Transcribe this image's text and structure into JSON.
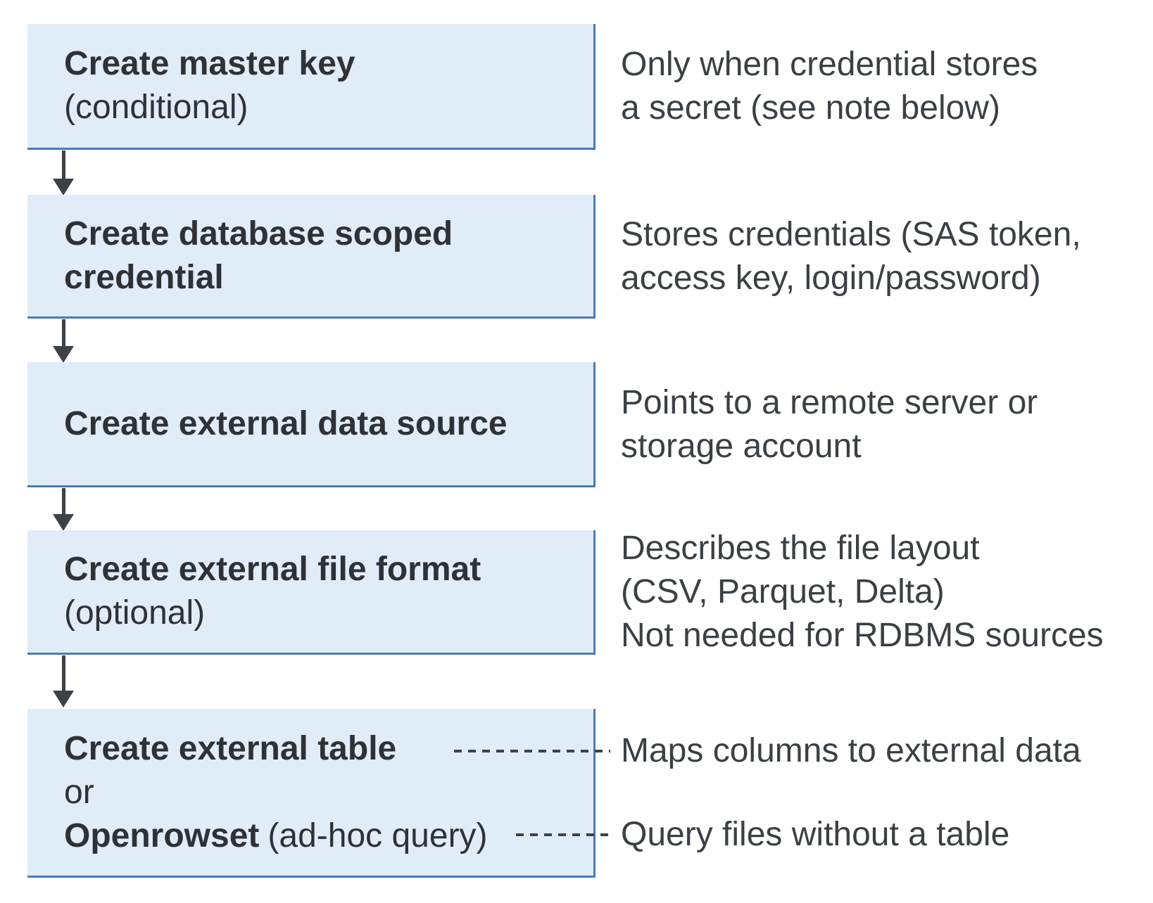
{
  "colors": {
    "box_fill": "#e1ecf9",
    "box_border": "#4a7cae",
    "arrow": "#3d4249",
    "title_text": "#2e3236",
    "body_text": "#3b4046"
  },
  "boxes": {
    "box1": {
      "title": "Create master key",
      "subtitle": "(conditional)"
    },
    "box2": {
      "title": "Create database scoped credential"
    },
    "box3": {
      "title": "Create external data source"
    },
    "box4": {
      "title": "Create external file format",
      "subtitle": "(optional)"
    },
    "box5": {
      "option1": "Create external table",
      "or_label": "or",
      "option2": "Openrowset",
      "option2_note": "(ad-hoc query)"
    }
  },
  "annotations": {
    "note1": {
      "line1": "Only when credential stores",
      "line2": "a secret (see note below)"
    },
    "note2": {
      "line1": "Stores credentials (SAS token,",
      "line2": "access key, login/password)"
    },
    "note3": {
      "line1": "Points to a remote server or",
      "line2": "storage account"
    },
    "note4": {
      "line1": "Describes the file layout",
      "line2": "(CSV, Parquet, Delta)",
      "line3": "Not needed for RDBMS sources"
    },
    "note5": {
      "text": "Maps columns to external data"
    },
    "note6": {
      "text": "Query files without a table"
    }
  }
}
